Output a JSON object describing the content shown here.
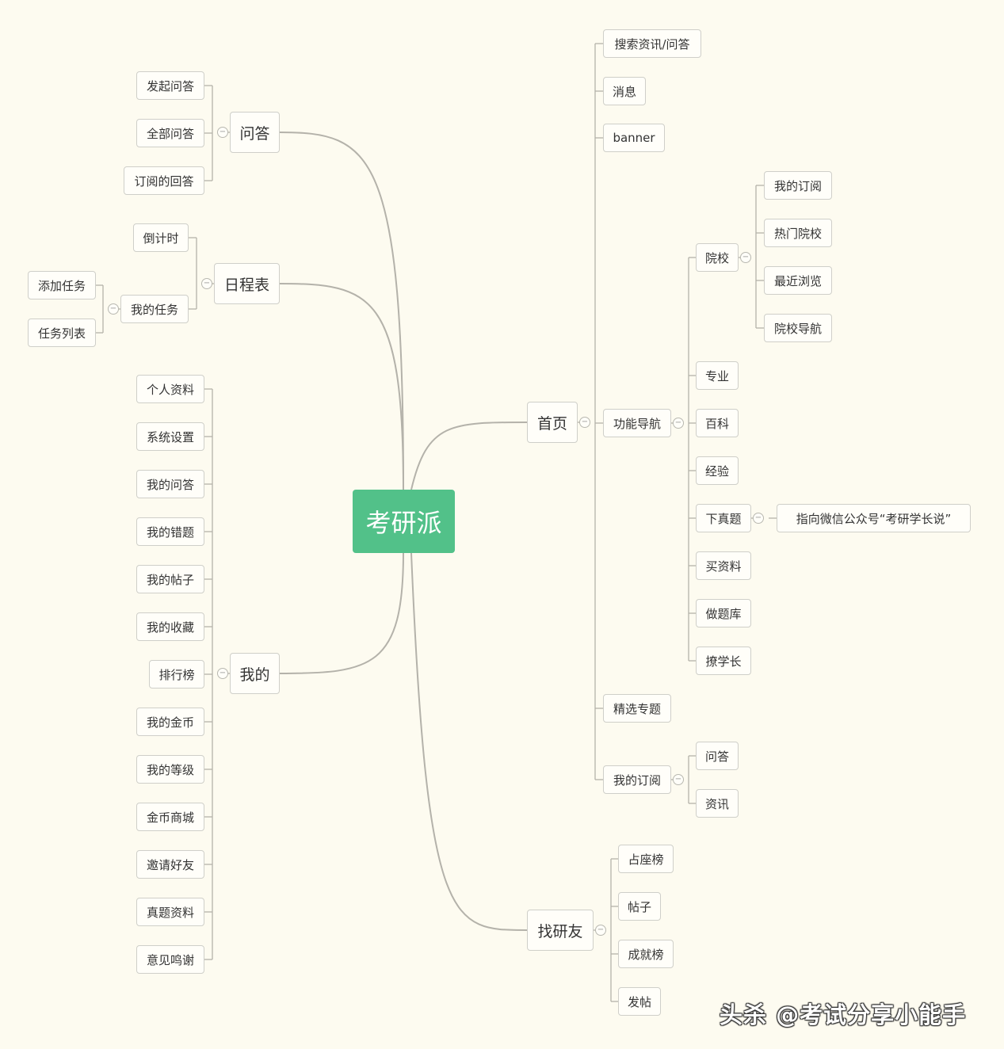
{
  "root": {
    "label": "考研派"
  },
  "branches": [
    {
      "id": "qa",
      "label": "问答",
      "children": [
        {
          "label": "发起问答"
        },
        {
          "label": "全部问答"
        },
        {
          "label": "订阅的回答"
        }
      ]
    },
    {
      "id": "schedule",
      "label": "日程表",
      "children": [
        {
          "label": "倒计时"
        },
        {
          "label": "我的任务",
          "children": [
            {
              "label": "添加任务"
            },
            {
              "label": "任务列表"
            }
          ]
        }
      ]
    },
    {
      "id": "mine",
      "label": "我的",
      "children": [
        {
          "label": "个人资料"
        },
        {
          "label": "系统设置"
        },
        {
          "label": "我的问答"
        },
        {
          "label": "我的错题"
        },
        {
          "label": "我的帖子"
        },
        {
          "label": "我的收藏"
        },
        {
          "label": "排行榜"
        },
        {
          "label": "我的金币"
        },
        {
          "label": "我的等级"
        },
        {
          "label": "金币商城"
        },
        {
          "label": "邀请好友"
        },
        {
          "label": "真题资料"
        },
        {
          "label": "意见鸣谢"
        }
      ]
    },
    {
      "id": "home",
      "label": "首页",
      "children": [
        {
          "label": "搜索资讯/问答"
        },
        {
          "label": "消息"
        },
        {
          "label": "banner"
        },
        {
          "label": "功能导航",
          "children": [
            {
              "label": "院校",
              "children": [
                {
                  "label": "我的订阅"
                },
                {
                  "label": "热门院校"
                },
                {
                  "label": "最近浏览"
                },
                {
                  "label": "院校导航"
                }
              ]
            },
            {
              "label": "专业"
            },
            {
              "label": "百科"
            },
            {
              "label": "经验"
            },
            {
              "label": "下真题",
              "children": [
                {
                  "label": "指向微信公众号“考研学长说”"
                }
              ]
            },
            {
              "label": "买资料"
            },
            {
              "label": "做题库"
            },
            {
              "label": "撩学长"
            }
          ]
        },
        {
          "label": "精选专题"
        },
        {
          "label": "我的订阅",
          "children": [
            {
              "label": "问答"
            },
            {
              "label": "资讯"
            }
          ]
        }
      ]
    },
    {
      "id": "find",
      "label": "找研友",
      "children": [
        {
          "label": "占座榜"
        },
        {
          "label": "帖子"
        },
        {
          "label": "成就榜"
        },
        {
          "label": "发帖"
        }
      ]
    }
  ],
  "toggle_symbol": "−",
  "watermark": "头杀 @考试分享小能手",
  "colors": {
    "root": "#52c189",
    "line": "#b4b2aa",
    "background": "#fdfbf0"
  }
}
